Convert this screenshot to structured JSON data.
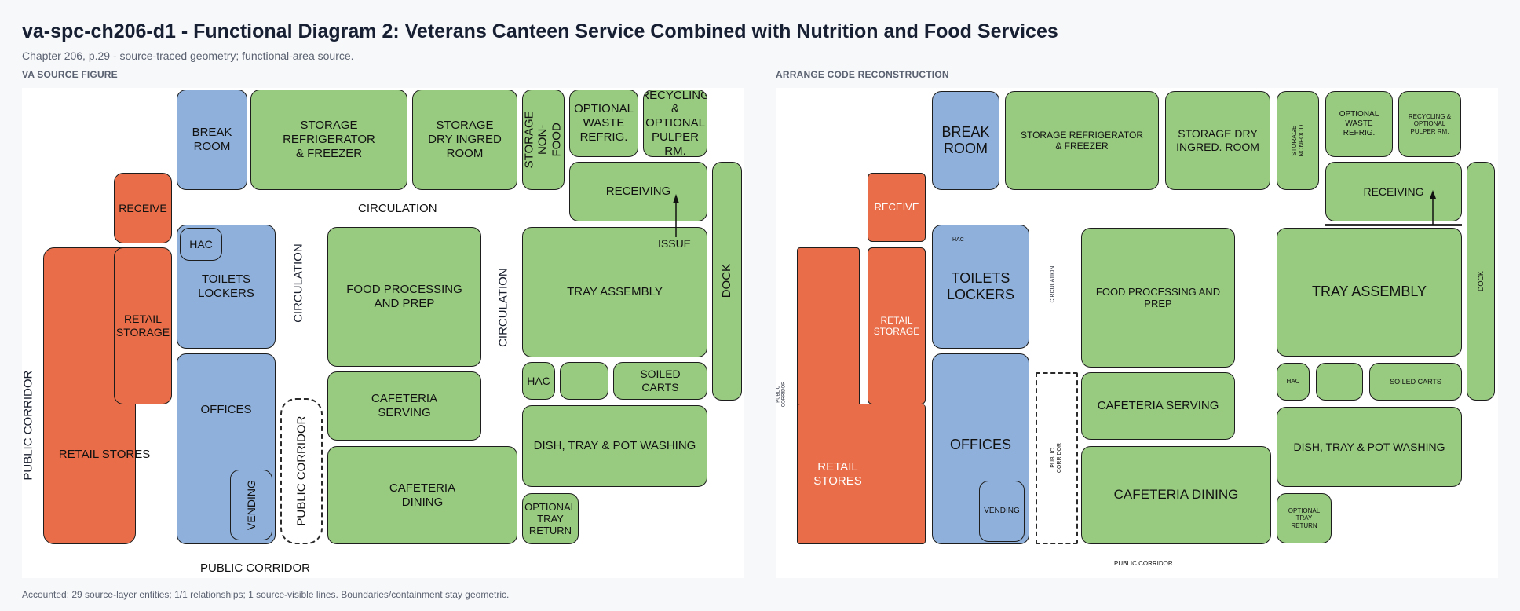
{
  "header": {
    "title": "va-spc-ch206-d1 - Functional Diagram 2: Veterans Canteen Service Combined with Nutrition and Food Services",
    "subtitle": "Chapter 206, p.29 - source-traced geometry; functional-area source."
  },
  "panels": {
    "source_label": "VA SOURCE FIGURE",
    "recon_label": "ARRANGE CODE RECONSTRUCTION"
  },
  "rooms": {
    "break_room": "BREAK ROOM",
    "storage_refrig": "STORAGE REFRIGERATOR & FREEZER",
    "storage_dry": "STORAGE DRY INGRED ROOM",
    "storage_nonfood": "STORAGE NON-FOOD",
    "optional_waste": "OPTIONAL WASTE REFRIG.",
    "recycling": "RECYCLING & OPTIONAL PULPER RM.",
    "receive": "RECEIVE",
    "receiving": "RECEIVING",
    "issue": "ISSUE",
    "hac": "HAC",
    "toilets": "TOILETS LOCKERS",
    "food_processing": "FOOD PROCESSING AND PREP",
    "tray_assembly": "TRAY ASSEMBLY",
    "dock": "DOCK",
    "retail_storage": "RETAIL STORAGE",
    "retail_stores": "RETAIL STORES",
    "offices": "OFFICES",
    "vending": "VENDING",
    "cafeteria_serving": "CAFETERIA SERVING",
    "cafeteria_dining": "CAFETERIA DINING",
    "soiled_carts": "SOILED CARTS",
    "dish_washing": "DISH, TRAY & POT WASHING",
    "optional_tray_return": "OPTIONAL TRAY RETURN",
    "circulation": "CIRCULATION",
    "public_corridor": "PUBLIC CORRIDOR"
  },
  "recon_rooms": {
    "storage_dry": "STORAGE DRY INGRED. ROOM",
    "storage_nonfood": "STORAGE NONFOOD"
  },
  "colors": {
    "food_service": "#98cb80",
    "staff_support": "#8fb0da",
    "retail": "#e86d48",
    "outline": "#1d1d1d"
  },
  "footer": {
    "accounted": "Accounted: 29 source-layer entities; 1/1 relationships; 1 source-visible lines. Boundaries/containment stay geometric."
  }
}
